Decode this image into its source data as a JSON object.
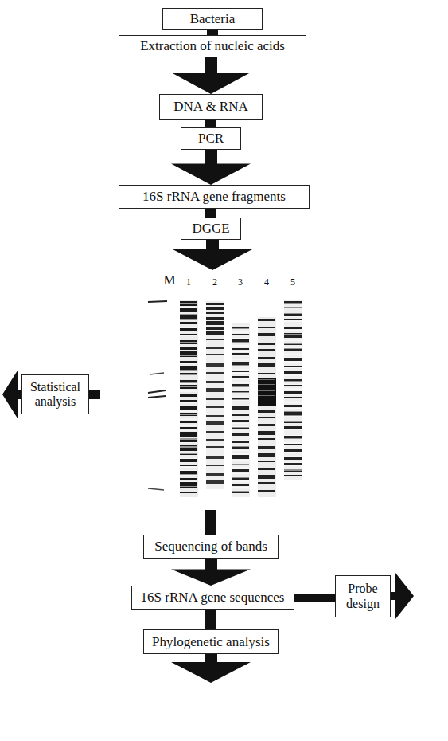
{
  "diagram": {
    "nodes": [
      {
        "text": [
          "Bacteria"
        ]
      },
      {
        "text": [
          "Extraction of nucleic acids"
        ]
      },
      {
        "text": [
          "DNA & RNA"
        ]
      },
      {
        "text": [
          "PCR"
        ]
      },
      {
        "text": [
          "16S rRNA gene fragments"
        ]
      },
      {
        "text": [
          "DGGE"
        ]
      },
      {
        "text": [
          "Statistical analysis"
        ]
      },
      {
        "text": [
          "Sequencing of bands"
        ]
      },
      {
        "text": [
          "16S rRNA gene sequences"
        ]
      },
      {
        "text": [
          "Probe design"
        ]
      },
      {
        "text": [
          "Phylogenetic analysis"
        ]
      }
    ],
    "edges": [
      {
        "from": 0,
        "to": 1,
        "arrow": "none"
      },
      {
        "from": 1,
        "to": 2,
        "arrow": "to"
      },
      {
        "from": 2,
        "to": 3,
        "arrow": "none"
      },
      {
        "from": 3,
        "to": 4,
        "arrow": "to"
      },
      {
        "from": 4,
        "to": 5,
        "arrow": "none"
      },
      {
        "from": 7,
        "to": 8,
        "arrow": "to"
      },
      {
        "from": 8,
        "to": 9,
        "arrow": "none"
      },
      {
        "from": 8,
        "to": 10,
        "arrow": "none"
      }
    ],
    "labels": [
      "M",
      "1",
      "2",
      "3",
      "4",
      "5"
    ]
  }
}
